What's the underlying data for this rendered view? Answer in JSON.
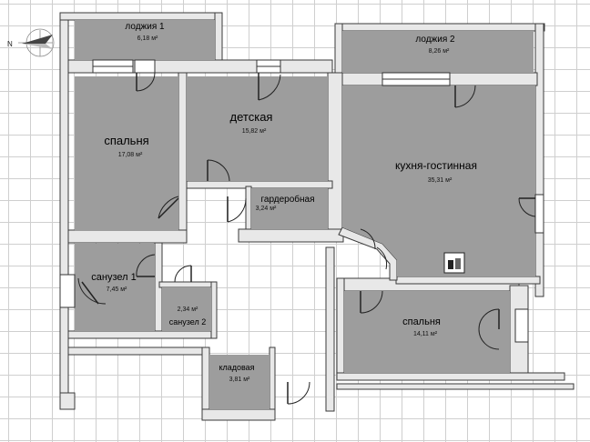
{
  "compass": {
    "north_label": "N"
  },
  "rooms": {
    "loggia1": {
      "name": "лоджия 1",
      "area": "6,18 м²"
    },
    "loggia2": {
      "name": "лоджия 2",
      "area": "8,26 м²"
    },
    "bedroom1": {
      "name": "спальня",
      "area": "17,08 м²"
    },
    "kids": {
      "name": "детская",
      "area": "15,82 м²"
    },
    "kitchen": {
      "name": "кухня-гостинная",
      "area": "35,31 м²"
    },
    "wardrobe": {
      "name": "гардеробная",
      "area": "3,24 м²"
    },
    "bath1": {
      "name": "санузел 1",
      "area": "7,45 м²"
    },
    "bath2": {
      "name": "санузел 2",
      "area": "2,34 м²"
    },
    "bedroom2": {
      "name": "спальня",
      "area": "14,11 м²"
    },
    "storage": {
      "name": "кладовая",
      "area": "3,81 м²"
    }
  }
}
